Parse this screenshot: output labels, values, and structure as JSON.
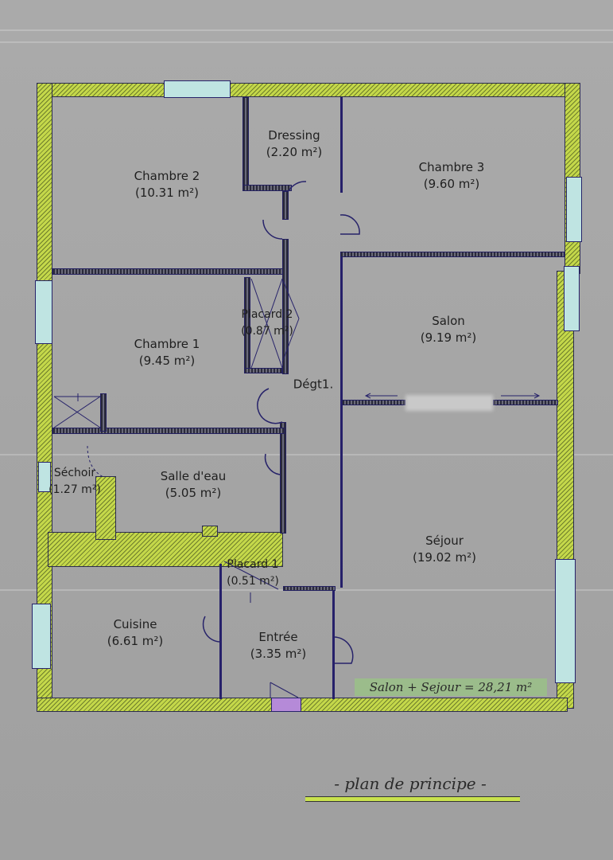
{
  "plan": {
    "title_handwritten": "- plan de principe -",
    "annotation_handwritten": "Salon + Sejour = 28,21 m²",
    "rooms": [
      {
        "id": "chambre2",
        "name": "Chambre 2",
        "area": "(10.31 m²)"
      },
      {
        "id": "dressing",
        "name": "Dressing",
        "area": "(2.20 m²)"
      },
      {
        "id": "chambre3",
        "name": "Chambre 3",
        "area": "(9.60 m²)"
      },
      {
        "id": "placard2",
        "name": "Placard 2",
        "area": "(0.87 m²)"
      },
      {
        "id": "chambre1",
        "name": "Chambre 1",
        "area": "(9.45 m²)"
      },
      {
        "id": "salon",
        "name": "Salon",
        "area": "(9.19 m²)"
      },
      {
        "id": "degt1",
        "name": "Dégt1.",
        "area": ""
      },
      {
        "id": "sechoir",
        "name": "Séchoir",
        "area": "(1.27 m²)"
      },
      {
        "id": "salle_eau",
        "name": "Salle d'eau",
        "area": "(5.05 m²)"
      },
      {
        "id": "sejour",
        "name": "Séjour",
        "area": "(19.02 m²)"
      },
      {
        "id": "placard1",
        "name": "Placard 1",
        "area": "(0.51 m²)"
      },
      {
        "id": "cuisine",
        "name": "Cuisine",
        "area": "(6.61 m²)"
      },
      {
        "id": "entree",
        "name": "Entrée",
        "area": "(3.35 m²)"
      }
    ],
    "colors": {
      "exterior_wall": "#c4d84a",
      "interior_wall": "#26206a",
      "window": "#bfe4e2",
      "floor": "#a5a5a5",
      "entry_door": "#b58ad8"
    }
  }
}
